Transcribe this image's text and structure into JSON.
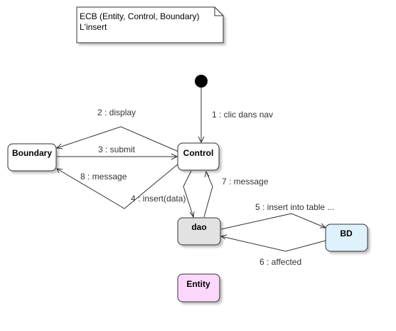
{
  "note": {
    "line1": "ECB (Entity, Control, Boundary)",
    "line2": "L'insert"
  },
  "nodes": {
    "boundary": "Boundary",
    "control": "Control",
    "dao": "dao",
    "bd": "BD",
    "entity": "Entity"
  },
  "messages": {
    "m1": "1 : clic dans nav",
    "m2": "2 : display",
    "m3": "3 : submit",
    "m4": "4 : insert(data)",
    "m5": "5 : insert into table ...",
    "m6": "6 : affected",
    "m7": "7 : message",
    "m8": "8 : message"
  },
  "colors": {
    "dao_fill": "#e2e2e2",
    "bd_fill": "#dff1fd",
    "entity_fill": "#fcd7fc",
    "node_fill": "#ffffff",
    "stroke": "#333333"
  }
}
